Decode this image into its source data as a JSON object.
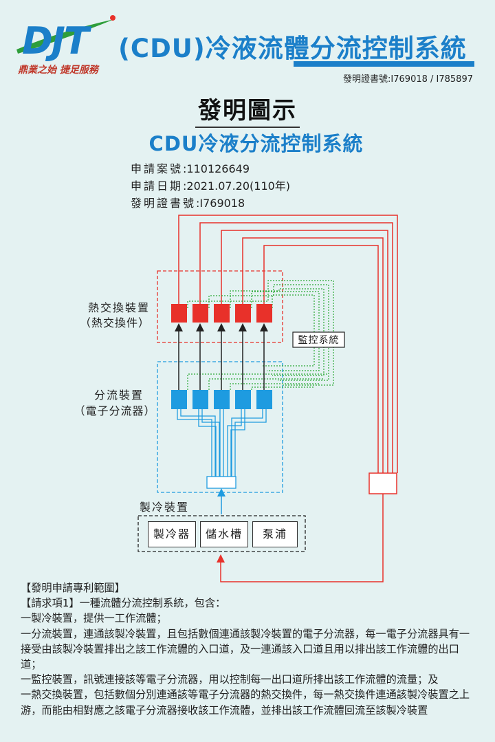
{
  "header": {
    "logo_text": "DJT",
    "title": "(CDU)冷液流體分流控制系統",
    "slogan": "鼎業之始 捷足服務",
    "patent_label": "發明證書號:I769018 / I785897"
  },
  "figure": {
    "heading": "發明圖示",
    "system_title": "CDU冷液分流控制系統"
  },
  "meta": [
    {
      "key": "申請案號",
      "value": "110126649"
    },
    {
      "key": "申請日期",
      "value": "2021.07.20(110年)"
    },
    {
      "key": "發明證書號",
      "value": "I769018"
    }
  ],
  "diagram": {
    "heat_exchanger_label": "熱交換裝置",
    "heat_exchanger_sub": "（熱交換件）",
    "splitter_label": "分流裝置",
    "splitter_sub": "（電子分流器）",
    "monitor_label": "監控系統",
    "cooling_label": "製冷裝置",
    "cooling_parts": [
      "製冷器",
      "儲水槽",
      "泵浦"
    ],
    "colors": {
      "red": "#e8312a",
      "blue": "#1e9be0",
      "green": "#2aa836",
      "dark": "#222222"
    }
  },
  "claims": {
    "heading": "【發明申請專利範圍】",
    "lines": [
      "【請求項1】一種流體分流控制系統，包含：",
      "一製冷裝置，提供一工作流體；",
      "一分流裝置，連通該製冷裝置，且包括數個連通該製冷裝置的電子分流器，每一電子分流器具有一接受由該製冷裝置排出之該工作流體的入口道，及一連通該入口道且用以排出該工作流體的出口道；",
      "一監控裝置，訊號連接該等電子分流器，用以控制每一出口道所排出該工作流體的流量；及",
      "一熱交換裝置，包括數個分別連通該等電子分流器的熱交換件，每一熱交換件連通該製冷裝置之上游，而能由相對應之該電子分流器接收該工作流體，並排出該工作流體回流至該製冷裝置"
    ]
  }
}
